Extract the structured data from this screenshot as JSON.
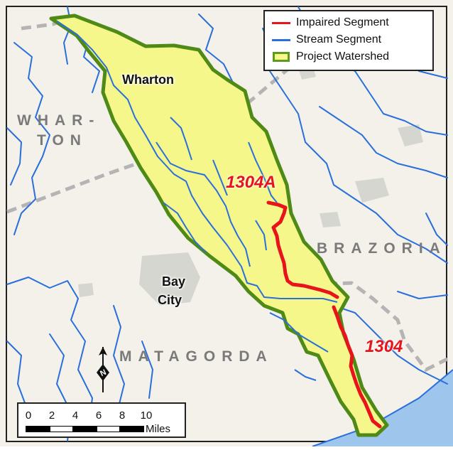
{
  "map": {
    "colors": {
      "background": "#f3f1ea",
      "watershed_fill": "#f5f78a",
      "watershed_outline": "#4f8a16",
      "stream": "#2a6fdb",
      "impaired": "#e8141c",
      "coast_water": "#9ec5ec",
      "county_line": "#b4b4b4",
      "urban": "#d6d6d0"
    },
    "county_labels": {
      "wharton_line1": "WHAR-",
      "wharton_line2": "TON",
      "brazoria": "BRAZORIA",
      "matagorda": "MATAGORDA"
    },
    "city_labels": {
      "wharton": "Wharton",
      "bay_city_line1": "Bay",
      "bay_city_line2": "City"
    },
    "segment_labels": {
      "seg_1304a": "1304A",
      "seg_1304": "1304"
    }
  },
  "legend": {
    "items": [
      {
        "label": "Impaired Segment",
        "symbol": "red-line-icon"
      },
      {
        "label": "Stream Segment",
        "symbol": "blue-line-icon"
      },
      {
        "label": "Project Watershed",
        "symbol": "watershed-polygon-icon"
      }
    ]
  },
  "scalebar": {
    "ticks": [
      "0",
      "2",
      "4",
      "6",
      "8",
      "10"
    ],
    "units": "Miles"
  },
  "north_arrow": {
    "label": "N"
  }
}
